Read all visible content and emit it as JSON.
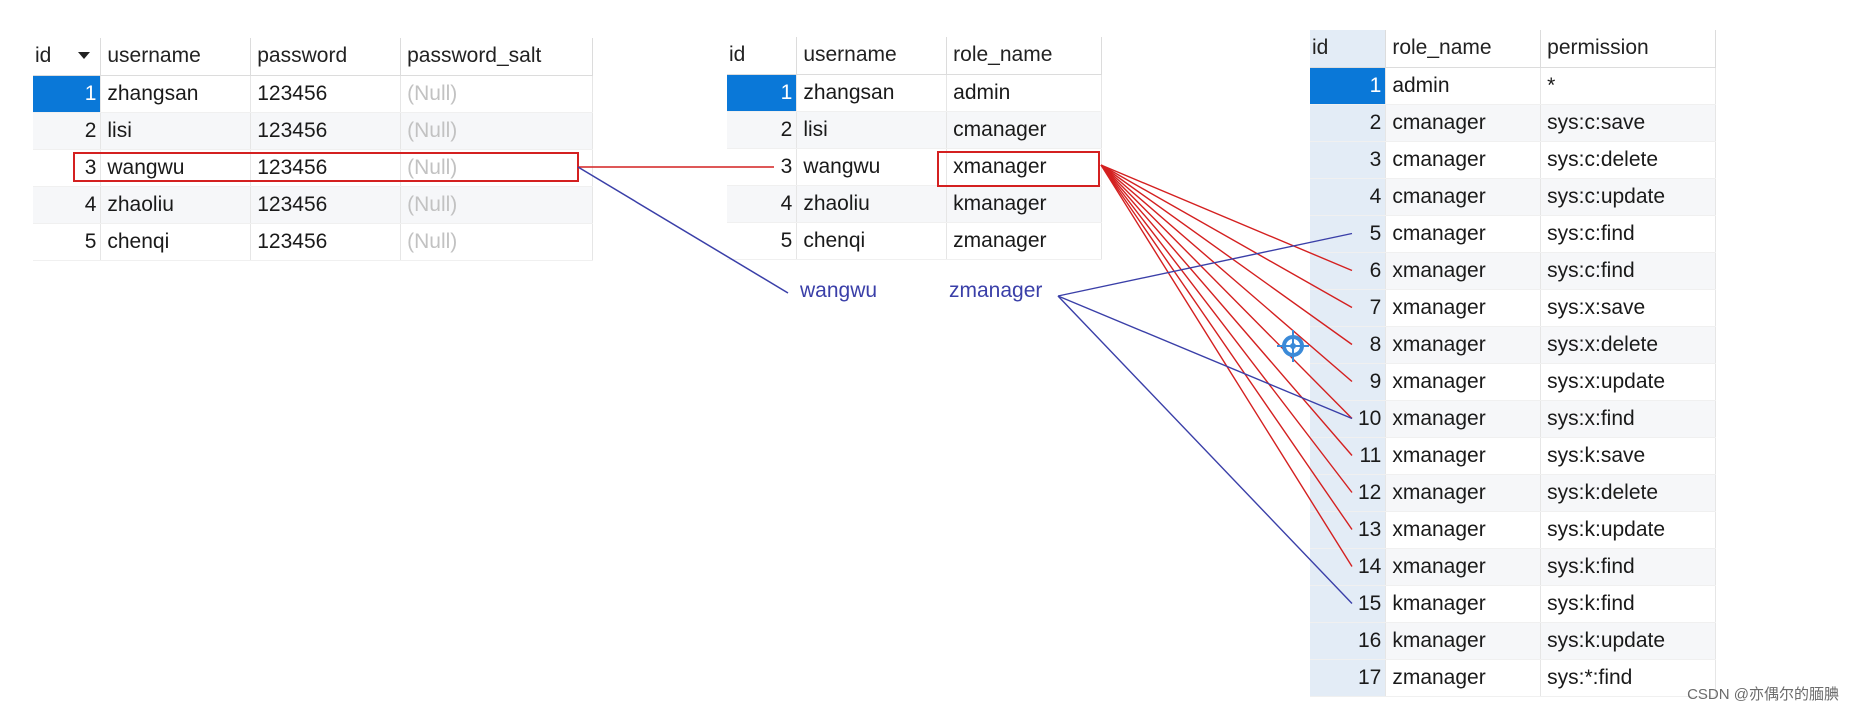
{
  "users_table": {
    "columns": [
      "id",
      "username",
      "password",
      "password_salt"
    ],
    "rows": [
      {
        "id": "1",
        "username": "zhangsan",
        "password": "123456",
        "password_salt": "(Null)"
      },
      {
        "id": "2",
        "username": "lisi",
        "password": "123456",
        "password_salt": "(Null)"
      },
      {
        "id": "3",
        "username": "wangwu",
        "password": "123456",
        "password_salt": "(Null)"
      },
      {
        "id": "4",
        "username": "zhaoliu",
        "password": "123456",
        "password_salt": "(Null)"
      },
      {
        "id": "5",
        "username": "chenqi",
        "password": "123456",
        "password_salt": "(Null)"
      }
    ]
  },
  "user_roles_table": {
    "columns": [
      "id",
      "username",
      "role_name"
    ],
    "rows": [
      {
        "id": "1",
        "username": "zhangsan",
        "role_name": "admin"
      },
      {
        "id": "2",
        "username": "lisi",
        "role_name": "cmanager"
      },
      {
        "id": "3",
        "username": "wangwu",
        "role_name": "xmanager"
      },
      {
        "id": "4",
        "username": "zhaoliu",
        "role_name": "kmanager"
      },
      {
        "id": "5",
        "username": "chenqi",
        "role_name": "zmanager"
      }
    ],
    "extra_row": {
      "username": "wangwu",
      "role_name": "zmanager"
    }
  },
  "permissions_table": {
    "columns": [
      "id",
      "role_name",
      "permission"
    ],
    "rows": [
      {
        "id": "1",
        "role_name": "admin",
        "permission": "*"
      },
      {
        "id": "2",
        "role_name": "cmanager",
        "permission": "sys:c:save"
      },
      {
        "id": "3",
        "role_name": "cmanager",
        "permission": "sys:c:delete"
      },
      {
        "id": "4",
        "role_name": "cmanager",
        "permission": "sys:c:update"
      },
      {
        "id": "5",
        "role_name": "cmanager",
        "permission": "sys:c:find"
      },
      {
        "id": "6",
        "role_name": "xmanager",
        "permission": "sys:c:find"
      },
      {
        "id": "7",
        "role_name": "xmanager",
        "permission": "sys:x:save"
      },
      {
        "id": "8",
        "role_name": "xmanager",
        "permission": "sys:x:delete"
      },
      {
        "id": "9",
        "role_name": "xmanager",
        "permission": "sys:x:update"
      },
      {
        "id": "10",
        "role_name": "xmanager",
        "permission": "sys:x:find"
      },
      {
        "id": "11",
        "role_name": "xmanager",
        "permission": "sys:k:save"
      },
      {
        "id": "12",
        "role_name": "xmanager",
        "permission": "sys:k:delete"
      },
      {
        "id": "13",
        "role_name": "xmanager",
        "permission": "sys:k:update"
      },
      {
        "id": "14",
        "role_name": "xmanager",
        "permission": "sys:k:find"
      },
      {
        "id": "15",
        "role_name": "kmanager",
        "permission": "sys:k:find"
      },
      {
        "id": "16",
        "role_name": "kmanager",
        "permission": "sys:k:update"
      },
      {
        "id": "17",
        "role_name": "zmanager",
        "permission": "sys:*:find"
      }
    ]
  },
  "connectors": {
    "red_color": "#d42020",
    "blue_color": "#3a3fa8",
    "red_targets": [
      "6",
      "7",
      "8",
      "9",
      "10",
      "11",
      "12",
      "13",
      "14"
    ],
    "blue_targets": [
      "5",
      "10",
      "15"
    ]
  },
  "watermark": "CSDN @亦偶尔的腼腆"
}
